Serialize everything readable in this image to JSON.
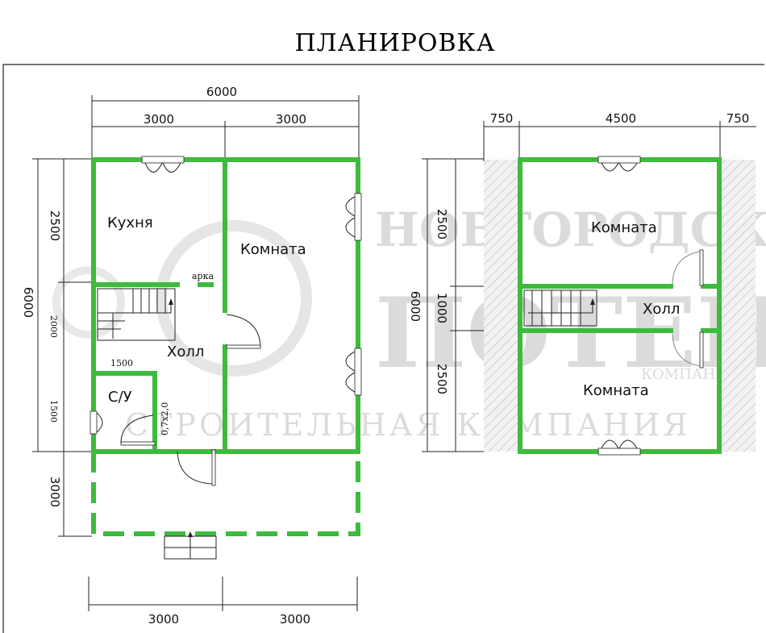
{
  "title": "ПЛАНИРОВКА",
  "watermark": {
    "line1": "НОВГОРОДСКИЙ",
    "line2": "ПОТЕНЦИАЛ",
    "line3": "СТРОИТЕЛЬНАЯ КОМПАНИЯ",
    "mirrored": "КОМПАНИЯ"
  },
  "colors": {
    "wall": "#3cbb3c",
    "hatch": "#d0d0d0",
    "line": "#222222"
  },
  "floor1": {
    "dims": {
      "total_top": "6000",
      "top_left": "3000",
      "top_right": "3000",
      "left_upper": "2500",
      "left_total": "6000",
      "left_middle": "2000",
      "left_lower": "1500",
      "terrace": "3000",
      "bottom_left": "3000",
      "bottom_right": "3000",
      "bath_width": "1500",
      "door_size": "0,7x2,0"
    },
    "labels": {
      "kitchen": "Кухня",
      "room": "Комната",
      "hall": "Холл",
      "bath": "С/У",
      "arch": "арка"
    }
  },
  "floor2": {
    "dims": {
      "top_left": "750",
      "top_middle": "4500",
      "top_right": "750",
      "left_total": "6000",
      "left_upper": "2500",
      "left_middle": "1000",
      "left_lower": "2500"
    },
    "labels": {
      "room_top": "Комната",
      "hall": "Холл",
      "room_bottom": "Комната"
    }
  }
}
